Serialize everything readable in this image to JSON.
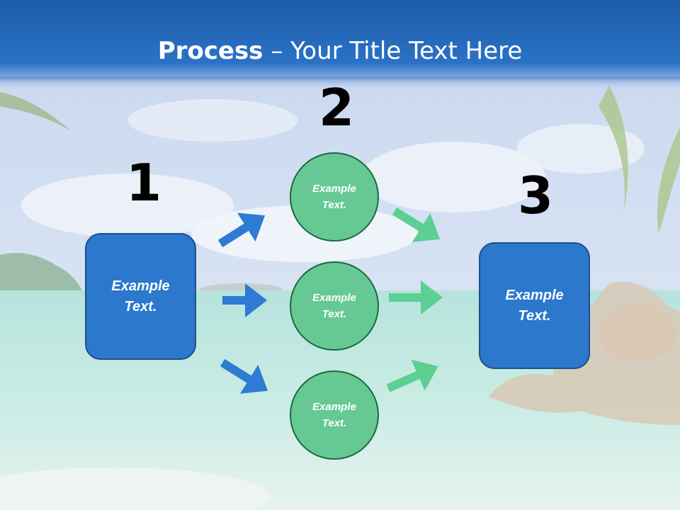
{
  "title": {
    "bold": "Process",
    "rest": " – Your Title Text Here"
  },
  "steps": [
    {
      "number": "1",
      "text_line1": "Example",
      "text_line2": "Text."
    },
    {
      "number": "2",
      "text_line1": "Example",
      "text_line2": "Text."
    },
    {
      "number": "3",
      "text_line1": "Example",
      "text_line2": "Text."
    }
  ],
  "circles": [
    {
      "line1": "Example",
      "line2": "Text."
    },
    {
      "line1": "Example",
      "line2": "Text."
    },
    {
      "line1": "Example",
      "line2": "Text."
    }
  ],
  "colors": {
    "header": "#2a6fc4",
    "box": "#2b78cd",
    "circle": "#66c994",
    "blue_arrow": "#2f7bd3",
    "green_arrow": "#5ccf92"
  }
}
